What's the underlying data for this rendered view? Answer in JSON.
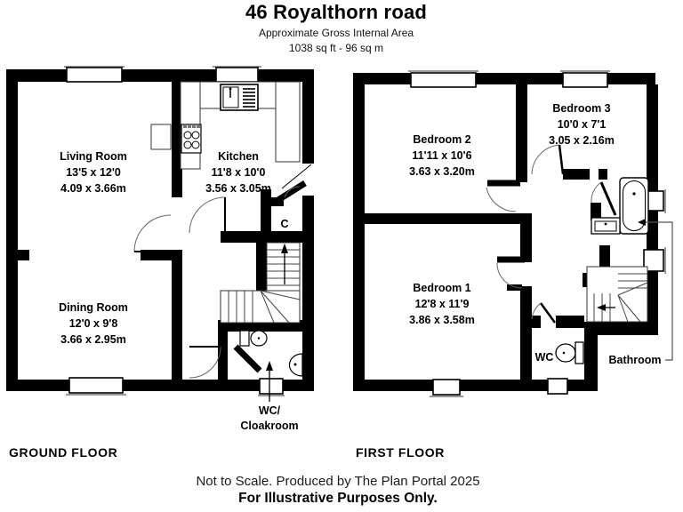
{
  "header": {
    "title": "46 Royalthorn road",
    "subtitle": "Approximate Gross Internal Area",
    "area": "1038 sq ft - 96 sq m"
  },
  "floors": {
    "ground": {
      "label": "GROUND FLOOR",
      "rooms": [
        {
          "name": "Living Room",
          "imperial": "13'5 x 12'0",
          "metric": "4.09 x 3.66m"
        },
        {
          "name": "Kitchen",
          "imperial": "11'8 x 10'0",
          "metric": "3.56 x 3.05m"
        },
        {
          "name": "Dining Room",
          "imperial": "12'0 x 9'8",
          "metric": "3.66 x 2.95m"
        }
      ],
      "cupboard_label": "C",
      "wc_label_line1": "WC/",
      "wc_label_line2": "Cloakroom"
    },
    "first": {
      "label": "FIRST FLOOR",
      "rooms": [
        {
          "name": "Bedroom 2",
          "imperial": "11'11 x 10'6",
          "metric": "3.63 x 3.20m"
        },
        {
          "name": "Bedroom 3",
          "imperial": "10'0 x 7'1",
          "metric": "3.05 x 2.16m"
        },
        {
          "name": "Bedroom 1",
          "imperial": "12'8 x 11'9",
          "metric": "3.86 x 3.58m"
        }
      ],
      "wc_label": "WC",
      "bathroom_label": "Bathroom"
    }
  },
  "footer": {
    "line1": "Not to Scale. Produced by The Plan Portal 2025",
    "line2": "For Illustrative Purposes Only."
  },
  "colors": {
    "wall": "#000000",
    "background": "#ffffff",
    "sill": "#999999"
  }
}
